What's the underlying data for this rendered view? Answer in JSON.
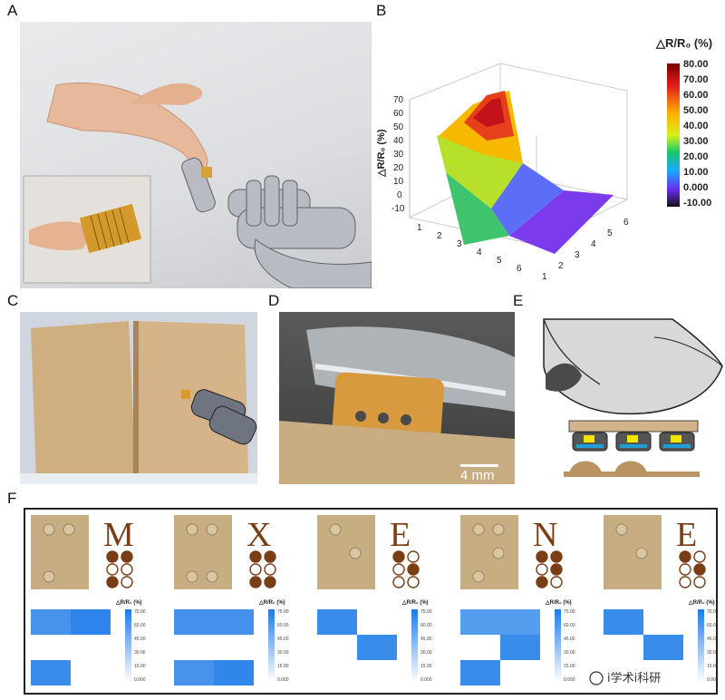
{
  "panels": {
    "a": "A",
    "b": "B",
    "c": "C",
    "d": "D",
    "e": "E",
    "f": "F"
  },
  "panel_b": {
    "colorbar_title": "△R/R₀ (%)",
    "colorbar_ticks": [
      "80.00",
      "70.00",
      "60.00",
      "50.00",
      "40.00",
      "30.00",
      "20.00",
      "10.00",
      "0.000",
      "-10.00"
    ],
    "z_axis_label": "△R/R₀ (%)",
    "z_ticks": [
      "70",
      "60",
      "50",
      "40",
      "30",
      "20",
      "10",
      "0",
      "-10"
    ],
    "x_ticks": [
      "1",
      "2",
      "3",
      "4",
      "5",
      "6"
    ],
    "y_ticks": [
      "1",
      "2",
      "3",
      "4",
      "5",
      "6"
    ]
  },
  "panel_d": {
    "scale_bar": "4 mm"
  },
  "panel_f": {
    "cells": [
      {
        "letter": "M",
        "dots": [
          1,
          1,
          0,
          0,
          1,
          0
        ],
        "heat": [
          0.78,
          0.92,
          0,
          0,
          0.85,
          0
        ],
        "cb_title": "△R/R₀ (%)",
        "cb_ticks": [
          "75.00",
          "60.00",
          "45.00",
          "30.00",
          "15.00",
          "0.000"
        ]
      },
      {
        "letter": "X",
        "dots": [
          1,
          1,
          0,
          0,
          1,
          1
        ],
        "heat": [
          0.8,
          0.8,
          0,
          0,
          0.78,
          0.9
        ],
        "cb_title": "△R/R₀ (%)",
        "cb_ticks": [
          "75.00",
          "60.00",
          "45.00",
          "30.00",
          "15.00",
          "0.000"
        ]
      },
      {
        "letter": "E",
        "dots": [
          1,
          0,
          0,
          1,
          0,
          0
        ],
        "heat": [
          0.85,
          0,
          0,
          0.85,
          0,
          0
        ],
        "cb_title": "△R/R₀ (%)",
        "cb_ticks": [
          "75.00",
          "60.00",
          "45.00",
          "30.00",
          "15.00",
          "0.000"
        ]
      },
      {
        "letter": "N",
        "dots": [
          1,
          1,
          0,
          1,
          1,
          0
        ],
        "heat": [
          0.7,
          0.7,
          0,
          0.85,
          0.85,
          0
        ],
        "cb_title": "△R/R₀ (%)",
        "cb_ticks": [
          "75.00",
          "60.00",
          "45.00",
          "30.00",
          "15.00",
          "0.000"
        ]
      },
      {
        "letter": "E",
        "dots": [
          1,
          0,
          0,
          1,
          0,
          0
        ],
        "heat": [
          0.85,
          0,
          0,
          0.85,
          0,
          0
        ],
        "cb_title": "△R/R₀ (%)",
        "cb_ticks": [
          "75.00",
          "60.00",
          "45.00",
          "30.00",
          "15.00",
          "0.000"
        ]
      }
    ],
    "watermark": "i学术i科研"
  },
  "colors": {
    "letter_brown": "#7a3e16",
    "heat_blue": "#1f7be8",
    "surface_purple": "#7c3aed"
  }
}
